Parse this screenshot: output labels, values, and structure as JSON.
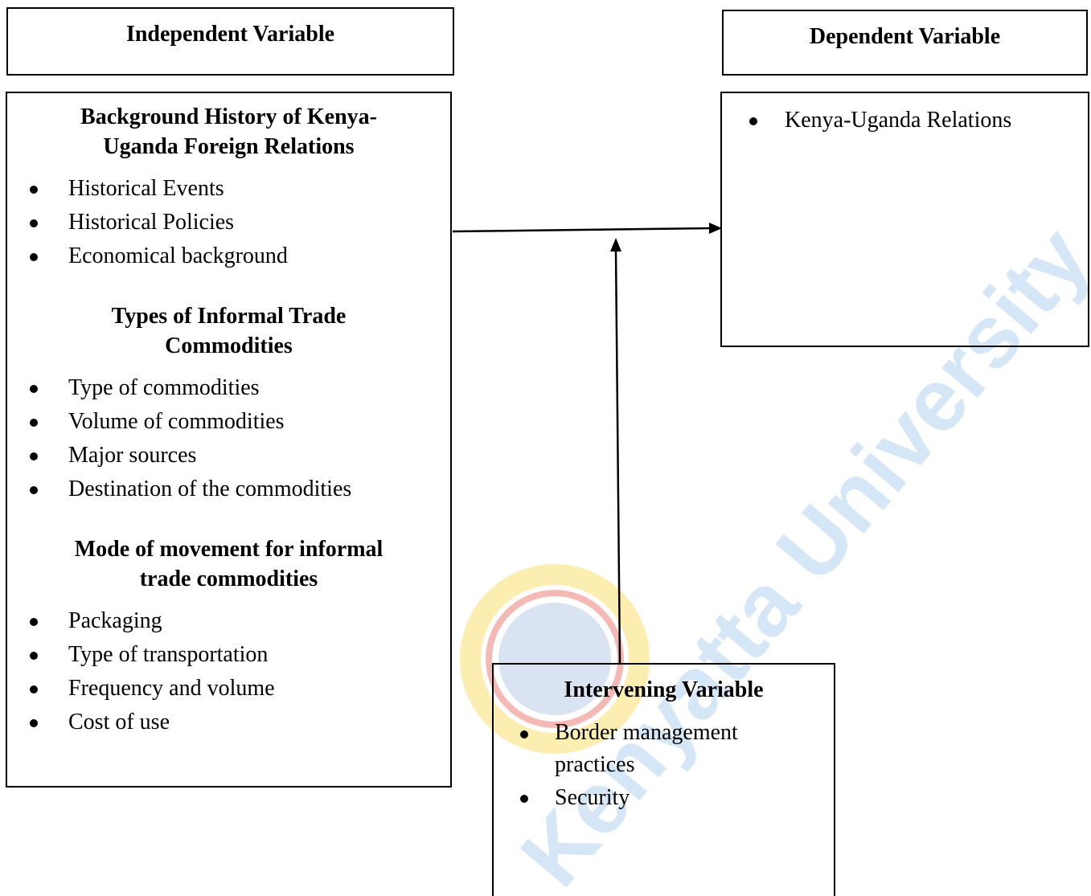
{
  "independent": {
    "header": "Independent Variable",
    "sections": [
      {
        "title": "Background History of Kenya-Uganda Foreign Relations",
        "title_lines": [
          "Background History of Kenya-",
          "Uganda Foreign Relations"
        ],
        "items": [
          "Historical Events",
          "Historical Policies",
          "Economical background"
        ]
      },
      {
        "title": "Types of Informal Trade Commodities",
        "title_lines": [
          "Types of Informal Trade",
          "Commodities"
        ],
        "items": [
          "Type of commodities",
          "Volume of commodities",
          "Major sources",
          "Destination of the commodities"
        ]
      },
      {
        "title": "Mode of movement for informal trade commodities",
        "title_lines": [
          "Mode of movement for informal",
          "trade commodities"
        ],
        "items": [
          "Packaging",
          "Type of transportation",
          "Frequency and volume",
          "Cost of use"
        ]
      }
    ]
  },
  "dependent": {
    "header": "Dependent Variable",
    "items": [
      "Kenya-Uganda Relations"
    ]
  },
  "intervening": {
    "header": "Intervening Variable",
    "items": [
      "Border management practices",
      "Border management",
      "practices",
      "Security"
    ]
  },
  "watermark": {
    "text": "Kenyatta University",
    "color": "#1f7fd6",
    "logo_colors": [
      "#f5d020",
      "#e03a2e",
      "#2f5fb0"
    ]
  }
}
